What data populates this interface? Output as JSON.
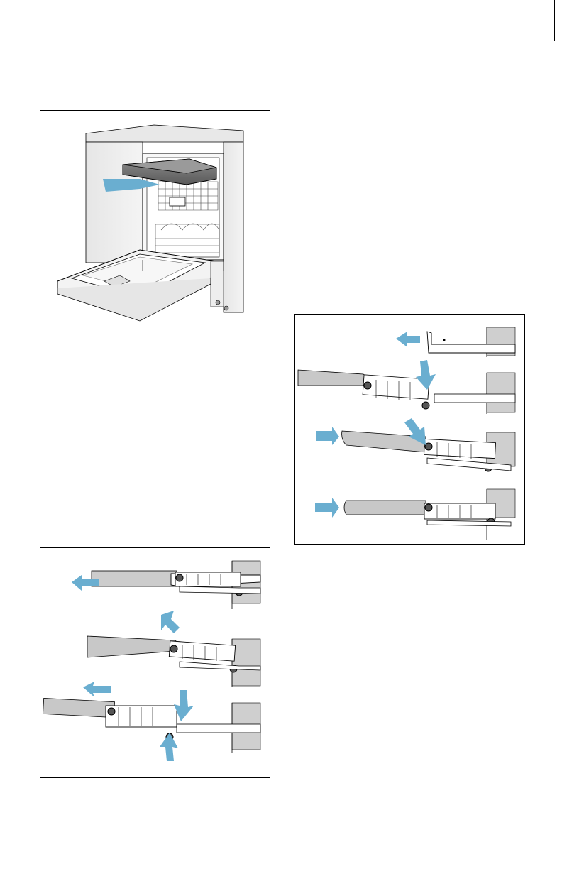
{
  "document": {
    "figures": [
      {
        "name": "dishwasher-top-basket-removal",
        "icons": [
          "pull-out-arrow-icon"
        ]
      },
      {
        "name": "rail-clip-removal-steps",
        "icons": [
          "arrow-left-icon",
          "arrow-up-icon",
          "arrow-press-icon"
        ]
      },
      {
        "name": "rail-clip-installation-steps",
        "icons": [
          "arrow-left-icon",
          "arrow-press-icon",
          "arrow-right-icon"
        ]
      }
    ]
  },
  "colors": {
    "arrow": "#6aaed0",
    "grey_light": "#d9d9d9",
    "grey_mid": "#bdbdbd",
    "grey_dark": "#7a7a7a",
    "line": "#000000"
  }
}
